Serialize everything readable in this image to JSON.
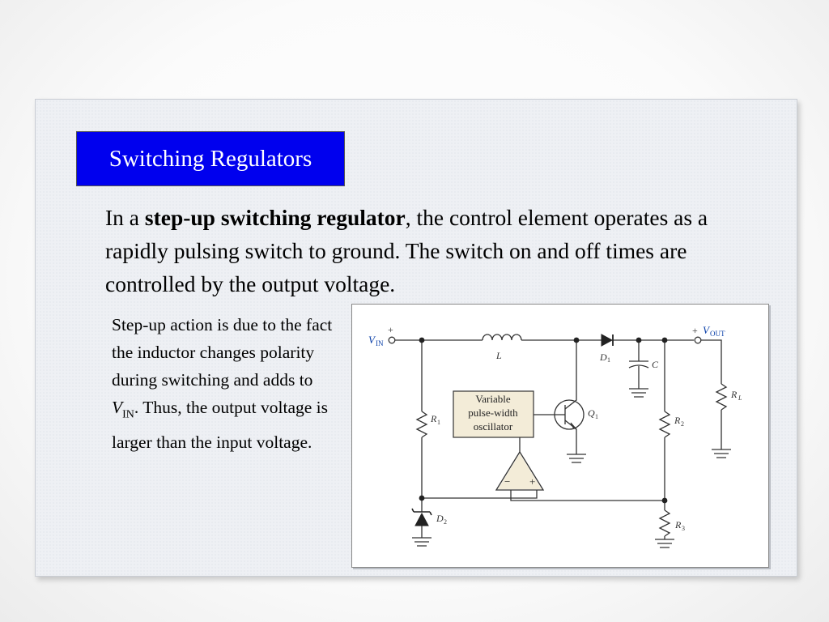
{
  "slide": {
    "title": "Switching Regulators",
    "main": {
      "prefix": "In a ",
      "bold": "step-up switching regulator",
      "suffix": ", the control element operates as a rapidly pulsing switch to ground. The switch on and off times are controlled by the output voltage."
    },
    "side": {
      "part1": "Step-up action is due to the fact the inductor changes polarity during switching and adds to ",
      "vin_v": "V",
      "vin_sub": "IN",
      "part2": ".  Thus, the output voltage is larger than the input voltage."
    }
  },
  "circuit": {
    "vin_v": "V",
    "vin_sub": "IN",
    "vin_plus": "+",
    "vout_plus": "+",
    "vout_v": "V",
    "vout_sub": "OUT",
    "inductor": "L",
    "d1_main": "D",
    "d1_sub": "1",
    "capacitor": "C",
    "rl_main": "R",
    "rl_sub": "L",
    "r1_main": "R",
    "r1_sub": "1",
    "r2_main": "R",
    "r2_sub": "2",
    "r3_main": "R",
    "r3_sub": "3",
    "q1_main": "Q",
    "q1_sub": "1",
    "d2_main": "D",
    "d2_sub": "2",
    "oscillator_line1": "Variable",
    "oscillator_line2": "pulse-width",
    "oscillator_line3": "oscillator",
    "opamp_minus": "−",
    "opamp_plus": "+",
    "label_color": "#0a3fa8"
  }
}
